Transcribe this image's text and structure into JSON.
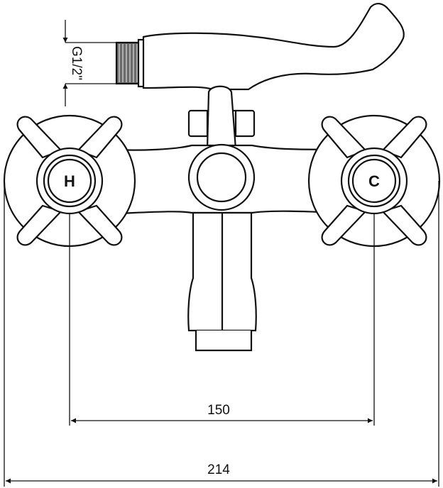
{
  "drawing": {
    "thread_label": "G1/2\"",
    "hot_cap_letter": "H",
    "cold_cap_letter": "C",
    "dim_inner_label": "150",
    "dim_outer_label": "214"
  },
  "colors": {
    "line": "#111111",
    "fill": "#ffffff",
    "thread": "#6a6a6a"
  }
}
